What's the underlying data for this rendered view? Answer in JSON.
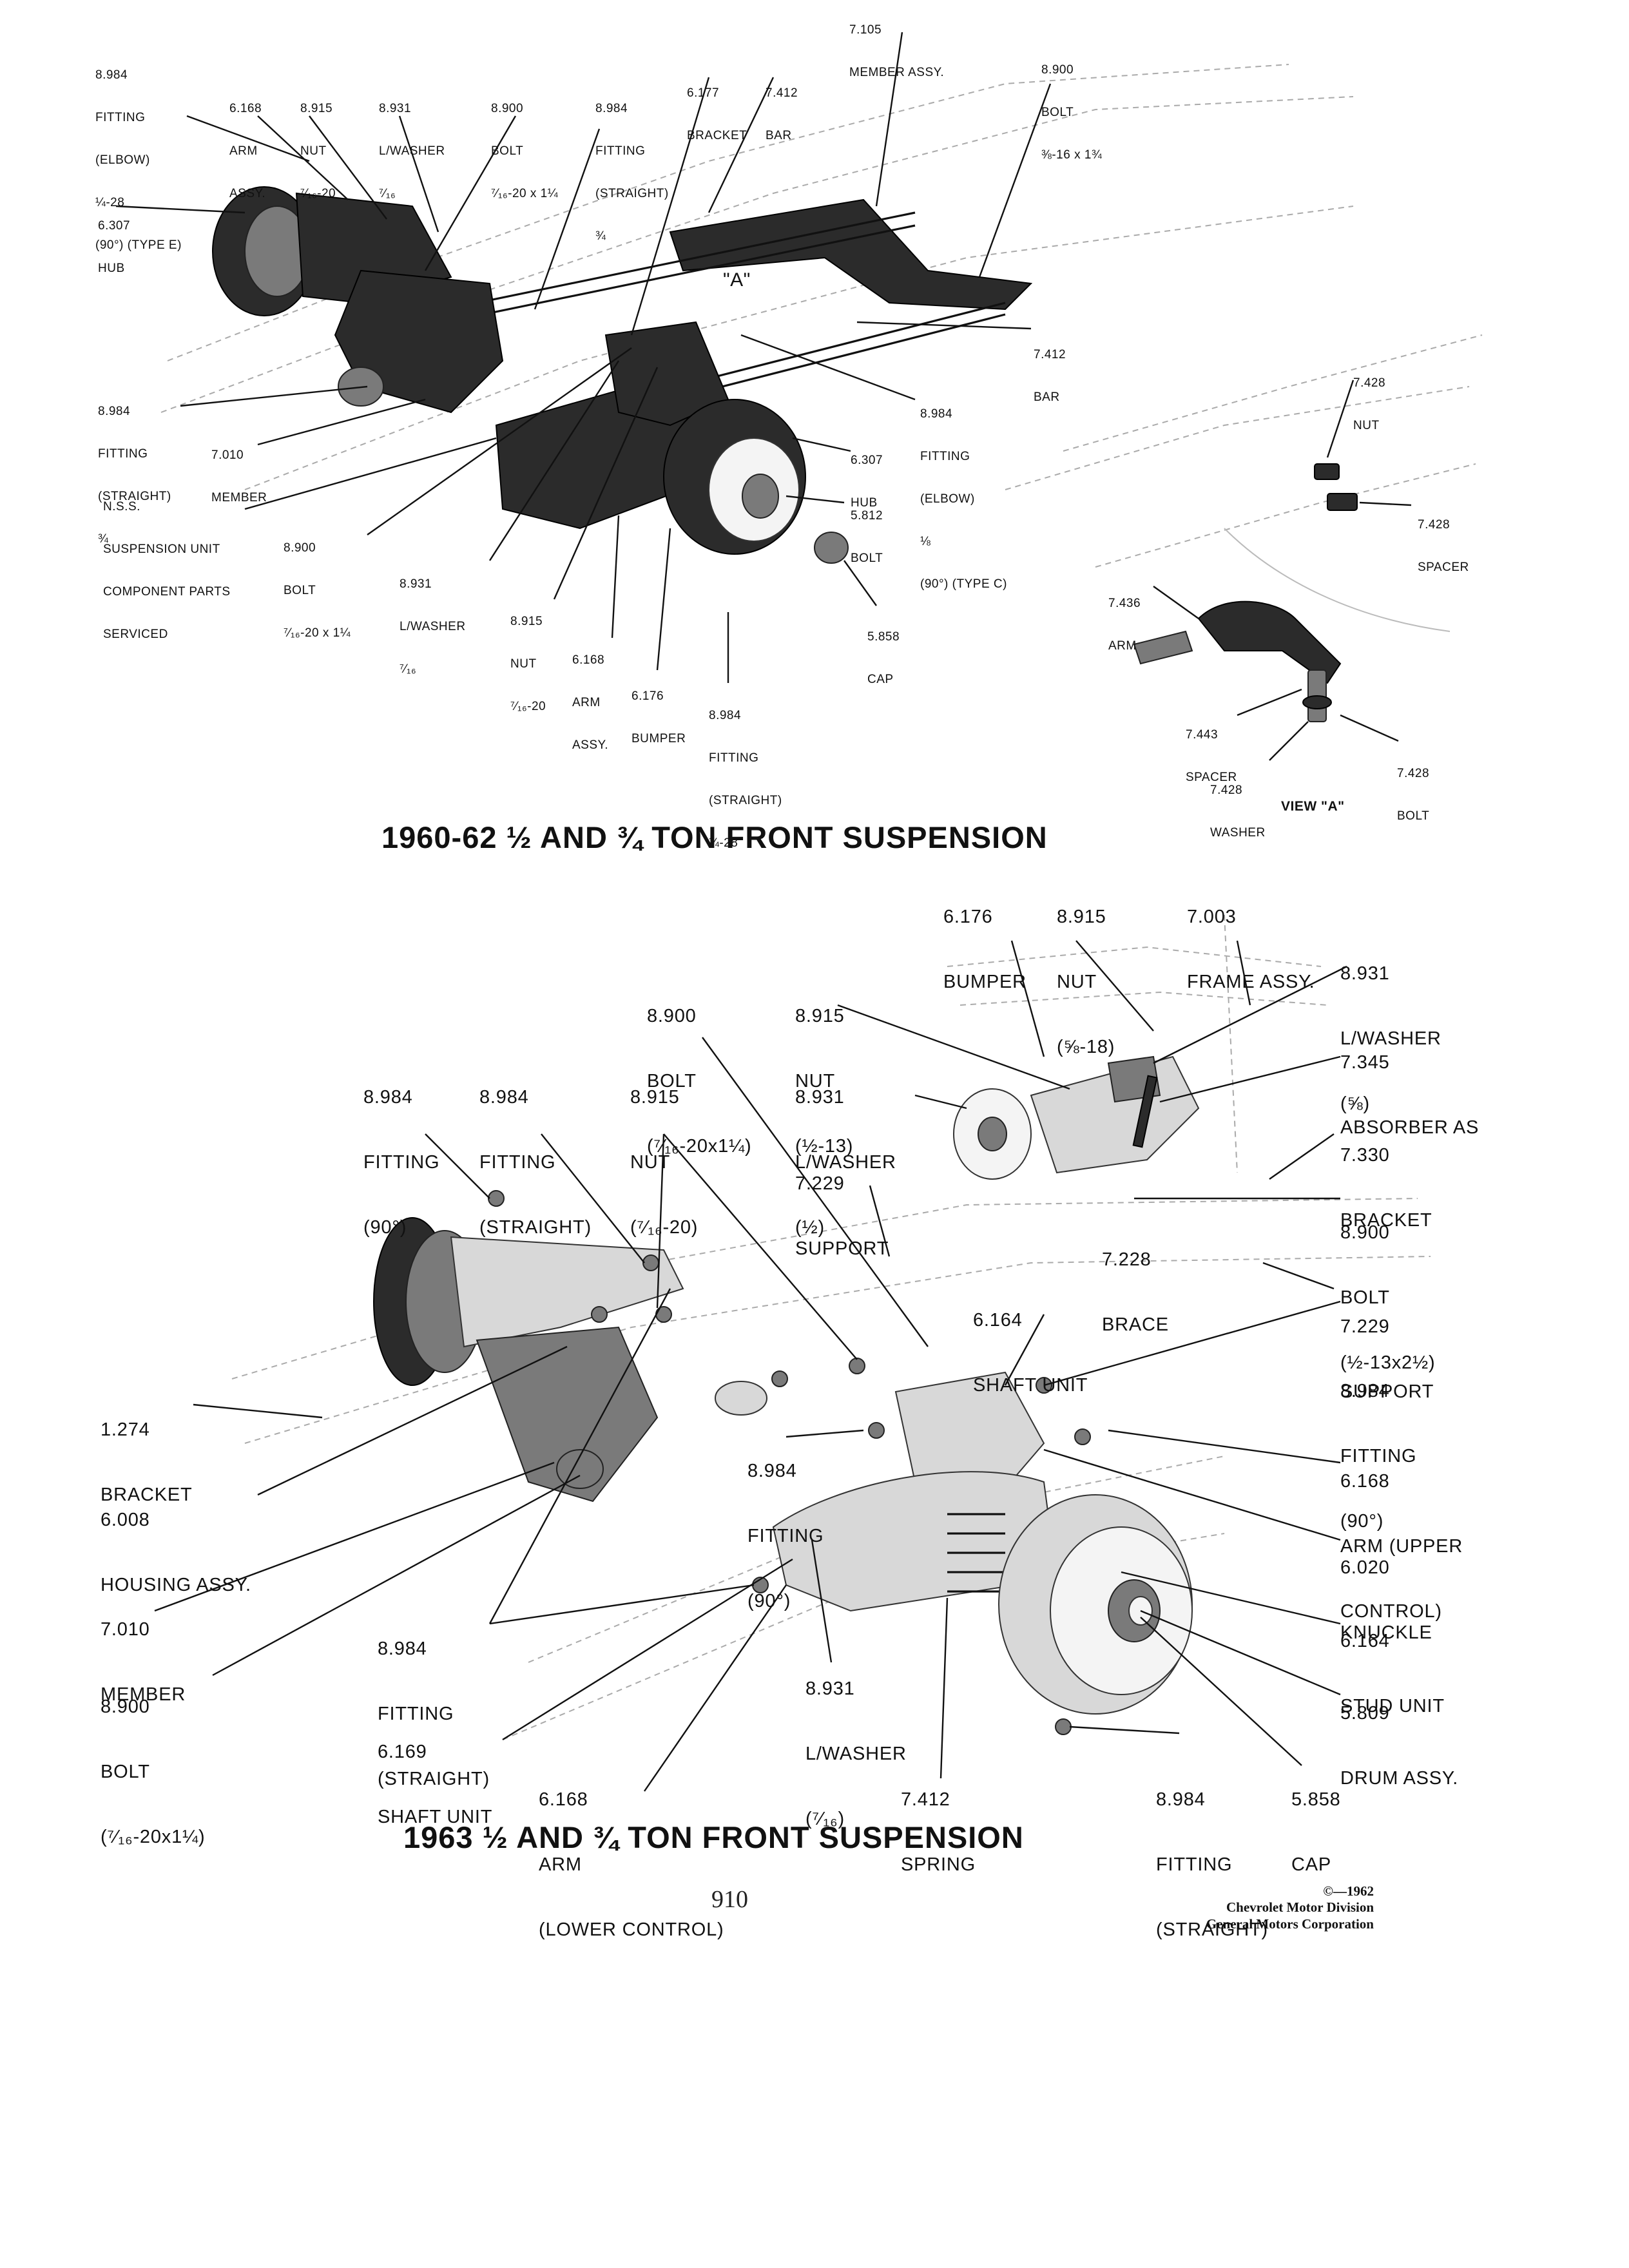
{
  "top_diagram": {
    "title": "1960-62 ½ AND ¾ TON FRONT SUSPENSION",
    "view_label": "VIEW \"A\"",
    "view_marker": "\"A\"",
    "callouts": [
      {
        "id": "member-assy-7105",
        "lines": [
          "7.105",
          "MEMBER ASSY."
        ]
      },
      {
        "id": "fitting-elbow-type-e",
        "lines": [
          "8.984",
          "FITTING",
          "(ELBOW)",
          "¼-28",
          "(90°) (TYPE E)"
        ]
      },
      {
        "id": "arm-assy-top",
        "lines": [
          "6.168",
          "ARM",
          "ASSY."
        ]
      },
      {
        "id": "nut-7-16-top",
        "lines": [
          "8.915",
          "NUT",
          "⁷⁄₁₆-20"
        ]
      },
      {
        "id": "lwasher-7-16-top",
        "lines": [
          "8.931",
          "L/WASHER",
          "⁷⁄₁₆"
        ]
      },
      {
        "id": "bolt-7-16-20-top",
        "lines": [
          "8.900",
          "BOLT",
          "⁷⁄₁₆-20 x 1¼"
        ]
      },
      {
        "id": "fitting-straight-3-4-top",
        "lines": [
          "8.984",
          "FITTING",
          "(STRAIGHT)",
          "¾"
        ]
      },
      {
        "id": "bracket-6177",
        "lines": [
          "6.177",
          "BRACKET"
        ]
      },
      {
        "id": "bar-7412-top",
        "lines": [
          "7.412",
          "BAR"
        ]
      },
      {
        "id": "bolt-3-8-16",
        "lines": [
          "8.900",
          "BOLT",
          "⅜-16 x 1¾"
        ]
      },
      {
        "id": "hub-6307-left",
        "lines": [
          "6.307",
          "HUB"
        ]
      },
      {
        "id": "bar-7412-right",
        "lines": [
          "7.412",
          "BAR"
        ]
      },
      {
        "id": "nut-7428",
        "lines": [
          "7.428",
          "NUT"
        ]
      },
      {
        "id": "fitting-elbow-type-c",
        "lines": [
          "8.984",
          "FITTING",
          "(ELBOW)",
          "⅛",
          "(90°) (TYPE C)"
        ]
      },
      {
        "id": "fitting-straight-3-4-left",
        "lines": [
          "8.984",
          "FITTING",
          "(STRAIGHT)",
          "¾"
        ]
      },
      {
        "id": "member-7010-top",
        "lines": [
          "7.010",
          "MEMBER"
        ]
      },
      {
        "id": "nss-suspension",
        "lines": [
          "N.S.S.",
          "SUSPENSION UNIT",
          "COMPONENT PARTS",
          "SERVICED"
        ]
      },
      {
        "id": "hub-6307-right",
        "lines": [
          "6.307",
          "HUB"
        ]
      },
      {
        "id": "bolt-5812",
        "lines": [
          "5.812",
          "BOLT"
        ]
      },
      {
        "id": "spacer-7428",
        "lines": [
          "7.428",
          "SPACER"
        ]
      },
      {
        "id": "bolt-7-16-20-lower",
        "lines": [
          "8.900",
          "BOLT",
          "⁷⁄₁₆-20 x 1¼"
        ]
      },
      {
        "id": "lwasher-7-16-lower",
        "lines": [
          "8.931",
          "L/WASHER",
          "⁷⁄₁₆"
        ]
      },
      {
        "id": "arm-7436",
        "lines": [
          "7.436",
          "ARM"
        ]
      },
      {
        "id": "nut-7-16-lower",
        "lines": [
          "8.915",
          "NUT",
          "⁷⁄₁₆-20"
        ]
      },
      {
        "id": "cap-5858-top",
        "lines": [
          "5.858",
          "CAP"
        ]
      },
      {
        "id": "arm-assy-lower",
        "lines": [
          "6.168",
          "ARM",
          "ASSY."
        ]
      },
      {
        "id": "bumper-6176-top",
        "lines": [
          "6.176",
          "BUMPER"
        ]
      },
      {
        "id": "fitting-straight-1-4-28",
        "lines": [
          "8.984",
          "FITTING",
          "(STRAIGHT)",
          "¼-28"
        ]
      },
      {
        "id": "spacer-7443",
        "lines": [
          "7.443",
          "SPACER"
        ]
      },
      {
        "id": "bolt-7428",
        "lines": [
          "7.428",
          "BOLT"
        ]
      },
      {
        "id": "washer-7428",
        "lines": [
          "7.428",
          "WASHER"
        ]
      }
    ]
  },
  "bottom_diagram": {
    "title": "1963 ½ AND ¾ TON FRONT SUSPENSION",
    "callouts": [
      {
        "id": "bumper-6176",
        "lines": [
          "6.176",
          "BUMPER"
        ]
      },
      {
        "id": "nut-5-8-18",
        "lines": [
          "8.915",
          "NUT",
          "(⅝-18)"
        ]
      },
      {
        "id": "frame-assy-7003",
        "lines": [
          "7.003",
          "FRAME ASSY."
        ]
      },
      {
        "id": "lwasher-5-8",
        "lines": [
          "8.931",
          "L/WASHER",
          "(⅝)"
        ]
      },
      {
        "id": "bolt-7-16-20-a",
        "lines": [
          "8.900",
          "BOLT",
          "(⁷⁄₁₆-20x1¼)"
        ]
      },
      {
        "id": "nut-1-2-13",
        "lines": [
          "8.915",
          "NUT",
          "(½-13)"
        ]
      },
      {
        "id": "absorber-7345",
        "lines": [
          "7.345",
          "ABSORBER AS"
        ]
      },
      {
        "id": "fitting-90-a",
        "lines": [
          "8.984",
          "FITTING",
          "(90°)"
        ]
      },
      {
        "id": "fitting-straight-a",
        "lines": [
          "8.984",
          "FITTING",
          "(STRAIGHT)"
        ]
      },
      {
        "id": "nut-7-16-20",
        "lines": [
          "8.915",
          "NUT",
          "(⁷⁄₁₆-20)"
        ]
      },
      {
        "id": "lwasher-1-2",
        "lines": [
          "8.931",
          "L/WASHER",
          "(½)"
        ]
      },
      {
        "id": "bracket-7330",
        "lines": [
          "7.330",
          "BRACKET"
        ]
      },
      {
        "id": "support-7229-a",
        "lines": [
          "7.229",
          "SUPPORT"
        ]
      },
      {
        "id": "bolt-1-2-13",
        "lines": [
          "8.900",
          "BOLT",
          "(½-13x2½)"
        ]
      },
      {
        "id": "brace-7228",
        "lines": [
          "7.228",
          "BRACE"
        ]
      },
      {
        "id": "shaft-unit-6164",
        "lines": [
          "6.164",
          "SHAFT UNIT"
        ]
      },
      {
        "id": "support-7229-b",
        "lines": [
          "7.229",
          "SUPPORT"
        ]
      },
      {
        "id": "fitting-90-b",
        "lines": [
          "8.984",
          "FITTING",
          "(90°)"
        ]
      },
      {
        "id": "bracket-1274",
        "lines": [
          "1.274",
          "BRACKET"
        ]
      },
      {
        "id": "fitting-90-c",
        "lines": [
          "8.984",
          "FITTING",
          "(90°)"
        ]
      },
      {
        "id": "arm-upper-control",
        "lines": [
          "6.168",
          "ARM (UPPER",
          "CONTROL)"
        ]
      },
      {
        "id": "housing-assy-6008",
        "lines": [
          "6.008",
          "HOUSING ASSY."
        ]
      },
      {
        "id": "knuckle-6020",
        "lines": [
          "6.020",
          "KNUCKLE"
        ]
      },
      {
        "id": "member-7010",
        "lines": [
          "7.010",
          "MEMBER"
        ]
      },
      {
        "id": "stud-unit-6164",
        "lines": [
          "6.164",
          "STUD UNIT"
        ]
      },
      {
        "id": "fitting-straight-b",
        "lines": [
          "8.984",
          "FITTING",
          "(STRAIGHT)"
        ]
      },
      {
        "id": "lwasher-7-16",
        "lines": [
          "8.931",
          "L/WASHER",
          "(⁷⁄₁₆)"
        ]
      },
      {
        "id": "drum-assy-5809",
        "lines": [
          "5.809",
          "DRUM ASSY."
        ]
      },
      {
        "id": "bolt-7-16-20-b",
        "lines": [
          "8.900",
          "BOLT",
          "(⁷⁄₁₆-20x1¼)"
        ]
      },
      {
        "id": "shaft-unit-6169",
        "lines": [
          "6.169",
          "SHAFT UNIT"
        ]
      },
      {
        "id": "arm-lower-control",
        "lines": [
          "6.168",
          "ARM",
          "(LOWER CONTROL)"
        ]
      },
      {
        "id": "spring-7412",
        "lines": [
          "7.412",
          "SPRING"
        ]
      },
      {
        "id": "fitting-straight-c",
        "lines": [
          "8.984",
          "FITTING",
          "(STRAIGHT)"
        ]
      },
      {
        "id": "cap-5858",
        "lines": [
          "5.858",
          "CAP"
        ]
      }
    ]
  },
  "page_number": "910",
  "copyright": [
    "©—1962",
    "Chevrolet Motor Division",
    "General Motors Corporation"
  ]
}
